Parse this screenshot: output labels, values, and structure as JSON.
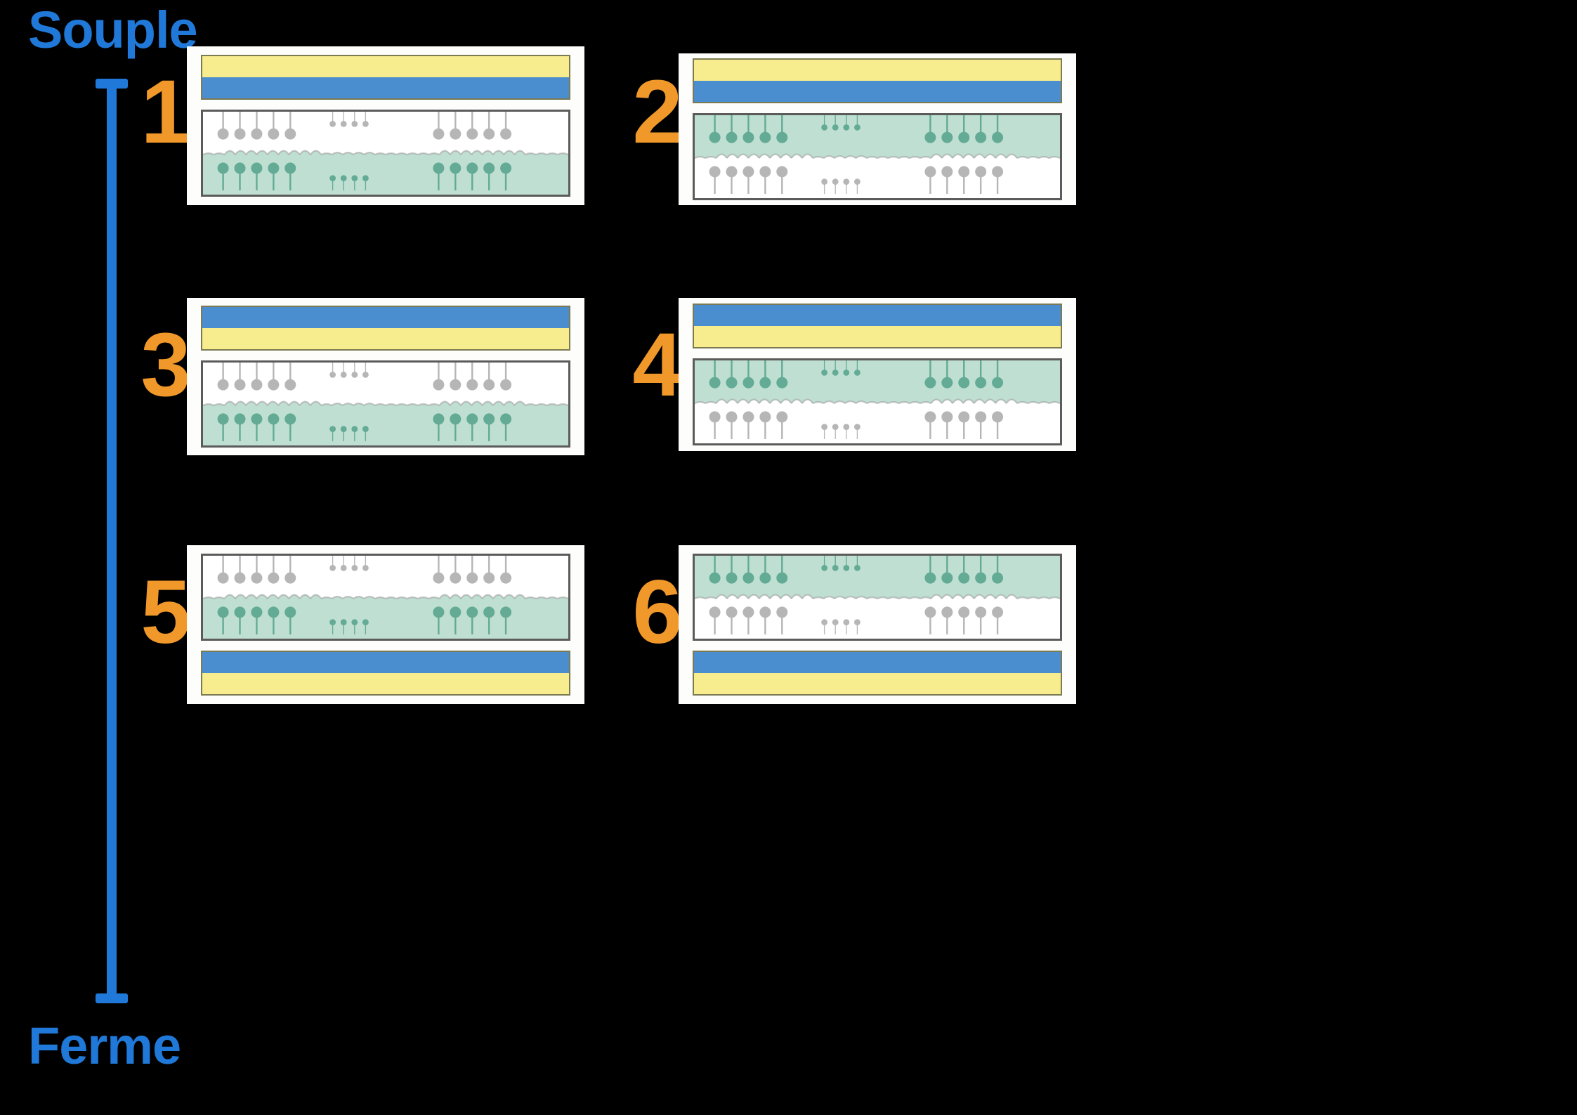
{
  "background_color": "#000000",
  "axis": {
    "top_label": "Souple",
    "bottom_label": "Ferme",
    "color": "#2079d8"
  },
  "palette": {
    "number_color": "#f0992a",
    "pillow_yellow": "#f7ec8e",
    "pillow_blue": "#4a8ed0",
    "mattress_green": "#bfdfd2",
    "mattress_white": "#ffffff",
    "card_background": "#fdfdfb",
    "mattress_border": "#5b5b5b",
    "pillow_border": "#7c7a52"
  },
  "panels": [
    {
      "number": "1",
      "order": [
        "pillow",
        "mattress"
      ],
      "pillow_bands": [
        "yellow",
        "blue"
      ],
      "mattress_layers": [
        "white",
        "green"
      ]
    },
    {
      "number": "2",
      "order": [
        "pillow",
        "mattress"
      ],
      "pillow_bands": [
        "yellow",
        "blue"
      ],
      "mattress_layers": [
        "green",
        "white"
      ]
    },
    {
      "number": "3",
      "order": [
        "pillow",
        "mattress"
      ],
      "pillow_bands": [
        "blue",
        "yellow"
      ],
      "mattress_layers": [
        "white",
        "green"
      ]
    },
    {
      "number": "4",
      "order": [
        "pillow",
        "mattress"
      ],
      "pillow_bands": [
        "blue",
        "yellow"
      ],
      "mattress_layers": [
        "green",
        "white"
      ]
    },
    {
      "number": "5",
      "order": [
        "mattress",
        "pillow"
      ],
      "pillow_bands": [
        "blue",
        "yellow"
      ],
      "mattress_layers": [
        "white",
        "green"
      ]
    },
    {
      "number": "6",
      "order": [
        "mattress",
        "pillow"
      ],
      "pillow_bands": [
        "blue",
        "yellow"
      ],
      "mattress_layers": [
        "green",
        "white"
      ]
    }
  ]
}
